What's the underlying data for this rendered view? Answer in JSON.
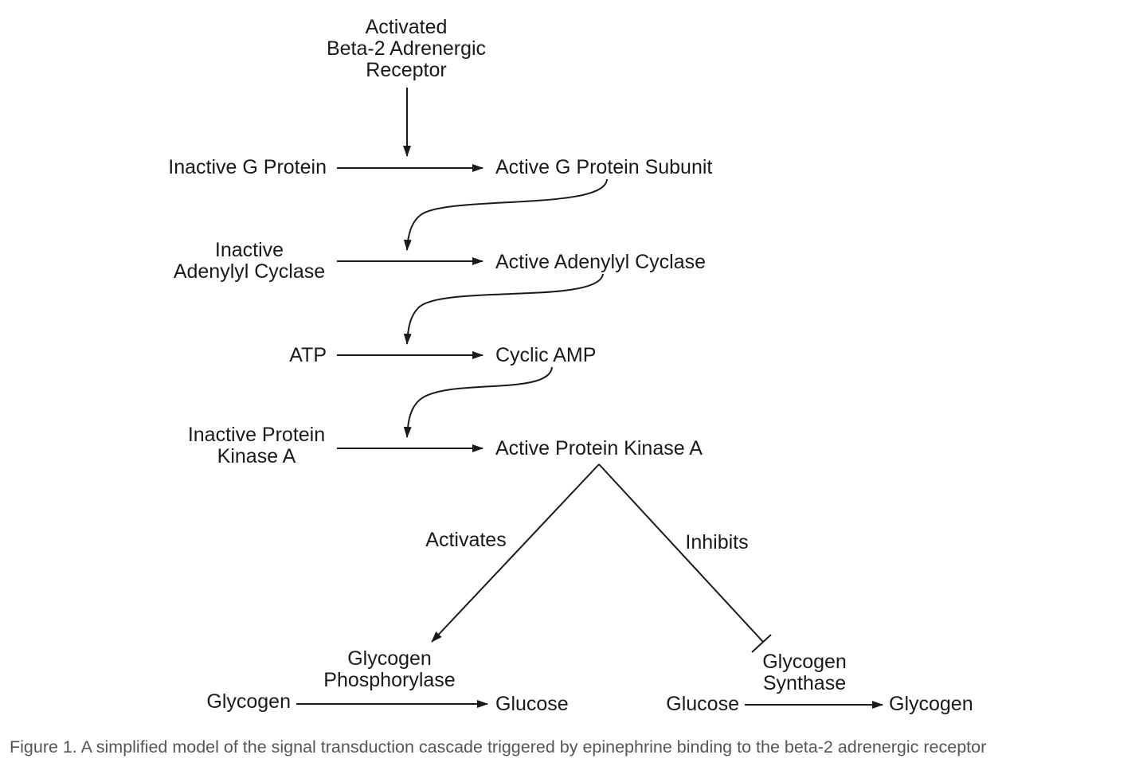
{
  "nodes": {
    "beta2_receptor": [
      "Activated",
      "Beta-2 Adrenergic",
      "Receptor"
    ],
    "inactive_g_protein": [
      "Inactive G Protein"
    ],
    "active_g_protein_subunit": [
      "Active G Protein Subunit"
    ],
    "inactive_adenylyl_cyclase": [
      "Inactive",
      "Adenylyl Cyclase"
    ],
    "active_adenylyl_cyclase": [
      "Active Adenylyl Cyclase"
    ],
    "atp": [
      "ATP"
    ],
    "cyclic_amp": [
      "Cyclic AMP"
    ],
    "inactive_pka": [
      "Inactive Protein",
      "Kinase A"
    ],
    "active_pka": [
      "Active Protein Kinase A"
    ],
    "glycogen_phosphorylase": [
      "Glycogen",
      "Phosphorylase"
    ],
    "glycogen_left": [
      "Glycogen"
    ],
    "glucose_left": [
      "Glucose"
    ],
    "glycogen_synthase": [
      "Glycogen",
      "Synthase"
    ],
    "glucose_right": [
      "Glucose"
    ],
    "glycogen_right": [
      "Glycogen"
    ]
  },
  "edges": {
    "activates": "Activates",
    "inhibits": "Inhibits"
  },
  "caption": "Figure 1. A simplified model of the signal transduction cascade triggered by epinephrine binding to the beta-2 adrenergic receptor"
}
